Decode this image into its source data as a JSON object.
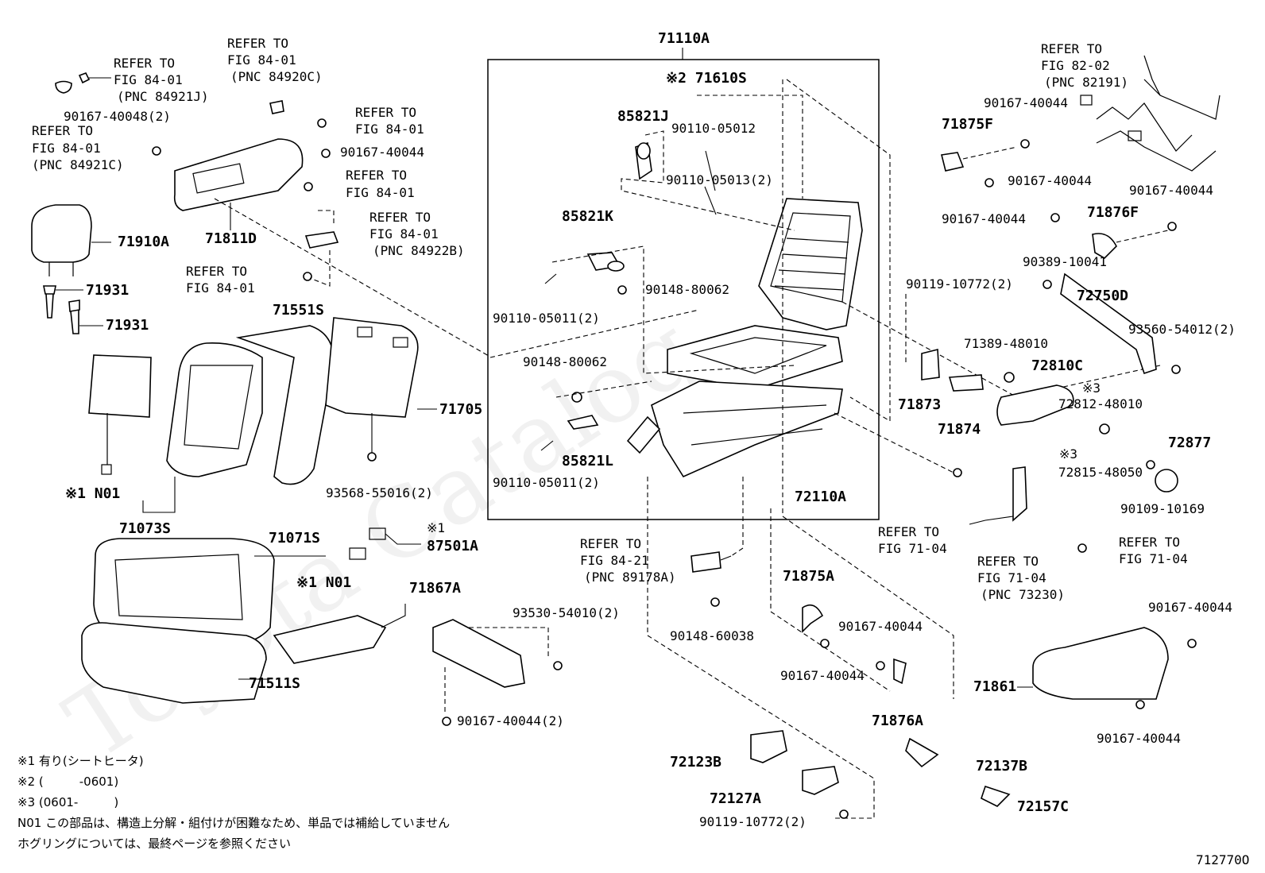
{
  "diagram": {
    "watermark": "Toyota Catalog",
    "figure_code": "712770O",
    "main_assembly": "71110A",
    "labels": {
      "l71110A": "71110A",
      "l71610S": "※2 71610S",
      "l85821J": "85821J",
      "l90110_05012": "90110-05012",
      "l90110_05013": "90110-05013(2)",
      "l85821K": "85821K",
      "l90148_80062a": "90148-80062",
      "l90110_05011a": "90110-05011(2)",
      "l90148_80062b": "90148-80062",
      "l85821L": "85821L",
      "l90110_05011b": "90110-05011(2)",
      "l72110A": "72110A",
      "l71910A": "71910A",
      "l71931a": "71931",
      "l71931b": "71931",
      "l71811D": "71811D",
      "l71551S": "71551S",
      "l71705": "71705",
      "l93568": "93568-55016(2)",
      "lN01a": "※1 N01",
      "l71073S": "71073S",
      "l71071S": "71071S",
      "lN01b": "※1 N01",
      "l71511S": "71511S",
      "l87501A_note": "※1",
      "l87501A": "87501A",
      "l71867A": "71867A",
      "l93530": "93530-54010(2)",
      "l90167_40044_2": "90167-40044(2)",
      "l90148_60038": "90148-60038",
      "l71875A": "71875A",
      "l90167_40044_a": "90167-40044",
      "l90167_40044_b": "90167-40044",
      "l71876A": "71876A",
      "l72123B": "72123B",
      "l72127A": "72127A",
      "l90119_10772b": "90119-10772(2)",
      "l72137B": "72137B",
      "l72157C": "72157C",
      "l71861": "71861",
      "l90167_40044_c": "90167-40044",
      "l90167_40044_d": "90167-40044",
      "l90119_10772a": "90119-10772(2)",
      "l71875F": "71875F",
      "l90167_40044_e": "90167-40044",
      "l90167_40044_f": "90167-40044",
      "l90167_40044_g": "90167-40044",
      "l71876F": "71876F",
      "l90167_40044_h": "90167-40044",
      "l90389": "90389-10041",
      "l72750D": "72750D",
      "l93560": "93560-54012(2)",
      "l71389": "71389-48010",
      "l72810C": "72810C",
      "l71873": "71873",
      "l71874": "71874",
      "l72812_note": "※3",
      "l72812": "72812-48010",
      "l72815_note": "※3",
      "l72815": "72815-48050",
      "l72877": "72877",
      "l90109": "90109-10169",
      "l90167_40048": "90167-40048(2)",
      "l90167_40044_i": "90167-40044"
    },
    "refs": {
      "r1": [
        "REFER TO",
        "FIG 84-01",
        "(PNC 84920C)"
      ],
      "r2": [
        "REFER TO",
        "FIG 84-01",
        "(PNC 84921J)"
      ],
      "r3": [
        "REFER TO",
        "FIG 84-01",
        "(PNC 84921C)"
      ],
      "r4": [
        "REFER TO",
        "FIG 84-01"
      ],
      "r5": [
        "REFER TO",
        "FIG 84-01"
      ],
      "r6": [
        "REFER TO",
        "FIG 84-01",
        "(PNC 84922B)"
      ],
      "r7": [
        "REFER TO",
        "FIG 84-01"
      ],
      "r8": [
        "REFER TO",
        "FIG 84-21",
        "(PNC 89178A)"
      ],
      "r9": [
        "REFER TO",
        "FIG 82-02",
        "(PNC 82191)"
      ],
      "r10": [
        "REFER TO",
        "FIG 71-04"
      ],
      "r11": [
        "REFER TO",
        "FIG 71-04",
        "(PNC 73230)"
      ],
      "r12": [
        "REFER TO",
        "FIG 71-04"
      ]
    },
    "notes": [
      "※1 有り(シートヒータ)",
      "※2 (　　　-0601)",
      "※3 (0601-　　　)",
      "N01 この部品は、構造上分解・組付けが困難なため、単品では補給していません",
      "ホグリングについては、最終ページを参照ください"
    ]
  }
}
